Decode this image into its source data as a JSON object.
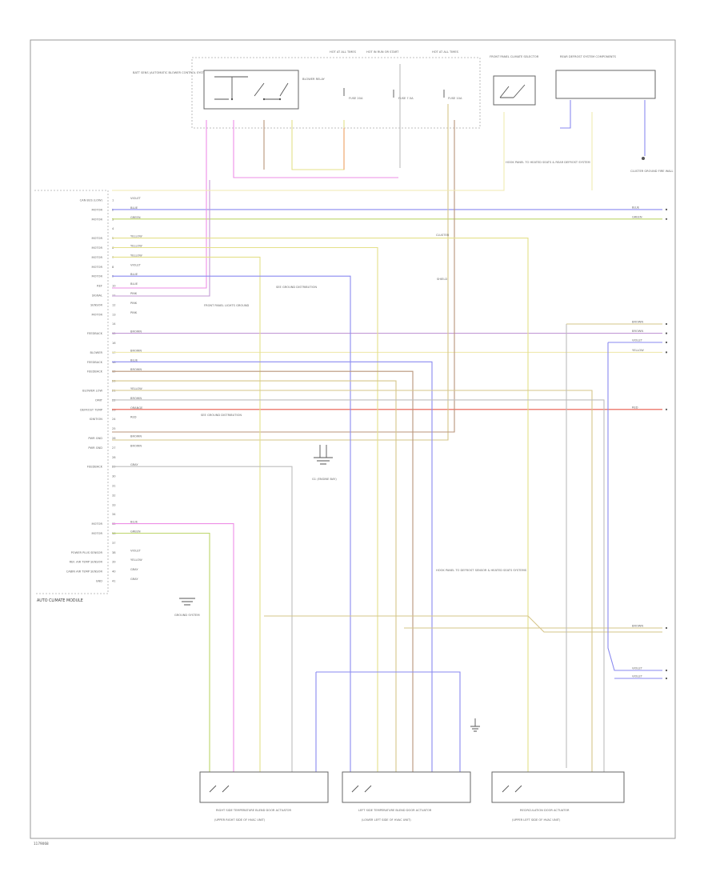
{
  "diagram": {
    "footer_code": "1179068",
    "colors": {
      "blue": "#8a8af0",
      "green": "#bdd66a",
      "yellow": "#e4e08a",
      "pink": "#ee8ee6",
      "violet": "#c39ad6",
      "brown": "#b9957a",
      "orange": "#f0a36a",
      "red": "#e85a4a",
      "tan": "#d6c58a",
      "gray": "#bdbdbd",
      "cyan": "#88c9e6",
      "lightyellow": "#f0eab0"
    },
    "module": {
      "name": "AUTO CLIMATE MODULE",
      "pins": [
        "CAN BUS (LOW)",
        "MOTOR",
        "MOTOR",
        "",
        "MOTOR",
        "MOTOR",
        "MOTOR",
        "MOTOR",
        "MOTOR",
        "REF",
        "SIGNAL",
        "SENSOR",
        "MOTOR",
        "",
        "FEEDBACK",
        "",
        "BLOWER",
        "FEEDBACK",
        "FEEDBACK",
        "",
        "BLOWER LOW",
        "OMIT",
        "DEFROST TEMP",
        "IGNITION",
        "",
        "PWR GND",
        "PWR GND",
        "",
        "FEEDBACK",
        "",
        "",
        "",
        "",
        "",
        "MOTOR",
        "MOTOR",
        "",
        "POWER PLUS SENSOR",
        "REF. AIR TEMP SENSOR",
        "CABIN AIR TEMP SENSOR",
        "GND"
      ],
      "wire_codes": [
        "VIOLET",
        "BLUE",
        "GREEN",
        "",
        "YELLOW",
        "YELLOW",
        "YELLOW",
        "VIOLET",
        "BLUE",
        "BLUE",
        "PINK",
        "PINK",
        "PINK",
        "",
        "BROWN",
        "",
        "BROWN",
        "BLUE",
        "BROWN",
        "",
        "YELLOW",
        "BROWN",
        "ORANGE",
        "RED",
        "",
        "BROWN",
        "BROWN",
        "",
        "GRAY",
        "",
        "",
        "",
        "",
        "",
        "BLUE",
        "GREEN",
        "",
        "VIOLET",
        "YELLOW",
        "GRAY",
        "GRAY"
      ]
    },
    "top_components": {
      "relay": "BLOWER RELAY",
      "relay_caption": "BATT SENS (AUTOMATIC BLOWER CONTROL SYSTEM)",
      "fuses": [
        "HOT AT ALL TIMES",
        "HOT IN RUN OR START",
        "HOT AT ALL TIMES"
      ],
      "fuse_labels": [
        "FUSE 20A",
        "FUSE 7.5A",
        "FUSE 10A"
      ],
      "switch": "FRONT PANEL CLIMATE SELECTOR",
      "sensor": "REAR DEFROST SYSTEM COMPONENTS"
    },
    "notes": {
      "ground_left": "FRONT PANEL LIGHTS GROUND",
      "splice_top": "CLUSTER",
      "splice_right": "SHIELD",
      "see_ground": "SEE GROUND DISTRIBUTION",
      "ground_center": "G1 (ENGINE BAY)",
      "ground_bottom_left": "GROUND SYSTEM",
      "right_note": "HOOK PANEL TO HEATED SEATS & REAR DEFROST SYSTEM",
      "bottom_note": "HOOK PANEL TO DEFROST SENSOR & HEATED SEATS SYSTEMS",
      "off_page_ground": "CLUSTER GROUND FIRE WALL"
    },
    "actuators": [
      {
        "name": "RIGHT SIDE TEMPERATURE BLEND DOOR ACTUATOR",
        "sub": "(UPPER RIGHT SIDE OF HVAC UNIT)"
      },
      {
        "name": "LEFT SIDE TEMPERATURE BLEND DOOR ACTUATOR",
        "sub": "(LOWER LEFT SIDE OF HVAC UNIT)"
      },
      {
        "name": "RECIRCULATION DOOR ACTUATOR",
        "sub": "(UPPER LEFT SIDE OF HVAC UNIT)"
      }
    ],
    "right_terminals": [
      "BLUE",
      "GREEN",
      "BROWN",
      "BROWN",
      "VIOLET",
      "YELLOW",
      "RED",
      "BROWN",
      "VIOLET",
      "VIOLET"
    ]
  }
}
